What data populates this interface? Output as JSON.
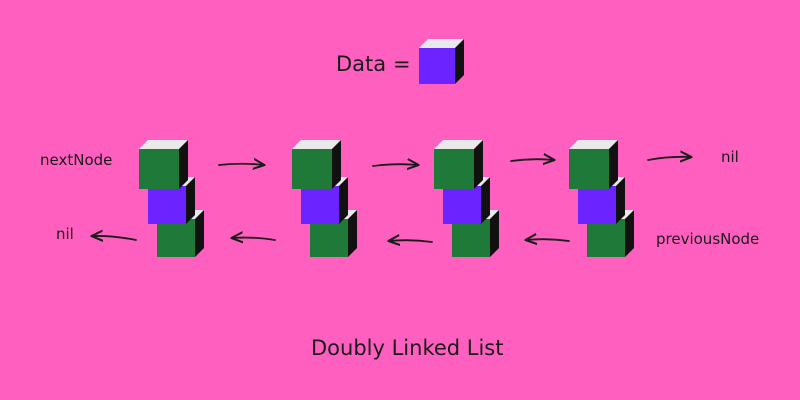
{
  "legend": {
    "label": "Data",
    "equals": "="
  },
  "labels": {
    "next_node": "nextNode",
    "previous_node": "previousNode",
    "nil_right": "nil",
    "nil_left": "nil"
  },
  "caption": "Doubly Linked List",
  "node_count": 4,
  "colors": {
    "background": "#ff5fbf",
    "pointer_cube": "#1f7a3a",
    "data_cube": "#6b24ff",
    "cube_top": "#e9e9e9",
    "cube_side": "#111111",
    "arrow": "#1a1a1a"
  }
}
